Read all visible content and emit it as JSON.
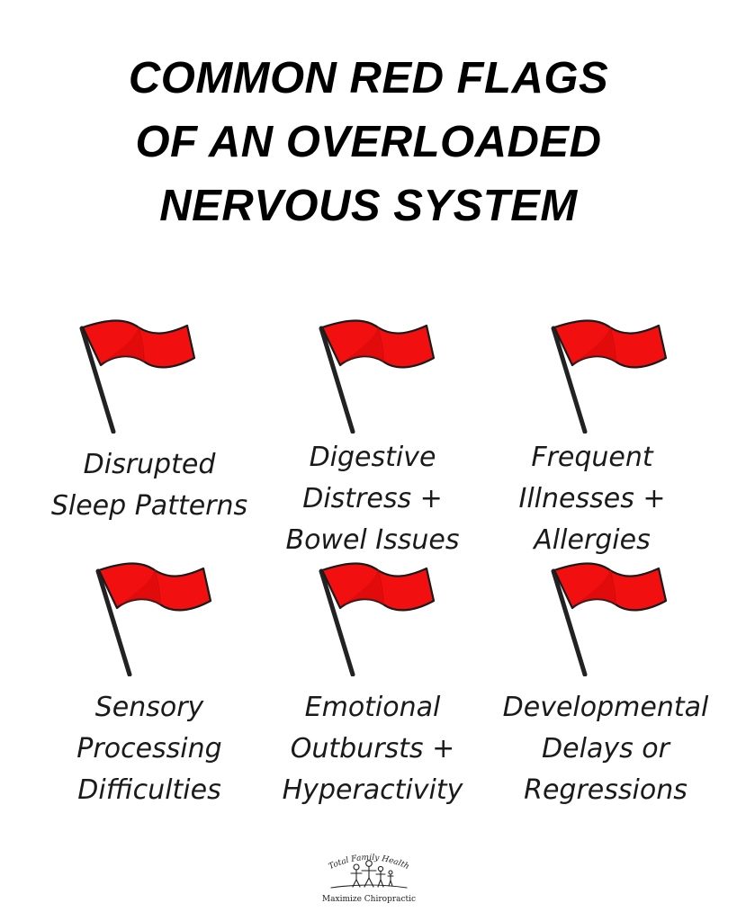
{
  "title": {
    "line1": "COMMON RED FLAGS",
    "line2": "OF AN OVERLOADED",
    "line3": "NERVOUS SYSTEM"
  },
  "colors": {
    "flag": "#f20f0f",
    "flag_shade": "#d40a0a",
    "pole": "#222222",
    "text": "#1a1a1a"
  },
  "flags": [
    {
      "icon": "red-flag-icon",
      "lines": [
        "Disrupted",
        "Sleep Patterns"
      ]
    },
    {
      "icon": "red-flag-icon",
      "lines": [
        "Digestive",
        "Distress +",
        "Bowel Issues"
      ]
    },
    {
      "icon": "red-flag-icon",
      "lines": [
        "Frequent",
        "Illnesses +",
        "Allergies"
      ]
    },
    {
      "icon": "red-flag-icon",
      "lines": [
        "Sensory",
        "Processing",
        "Difficulties"
      ]
    },
    {
      "icon": "red-flag-icon",
      "lines": [
        "Emotional",
        "Outbursts +",
        "Hyperactivity"
      ]
    },
    {
      "icon": "red-flag-icon",
      "lines": [
        "Developmental",
        "Delays or",
        "Regressions"
      ]
    }
  ],
  "logo": {
    "top_text": "Total Family Health",
    "bottom_text": "Maximize Chiropractic",
    "icon": "family-logo-icon"
  }
}
